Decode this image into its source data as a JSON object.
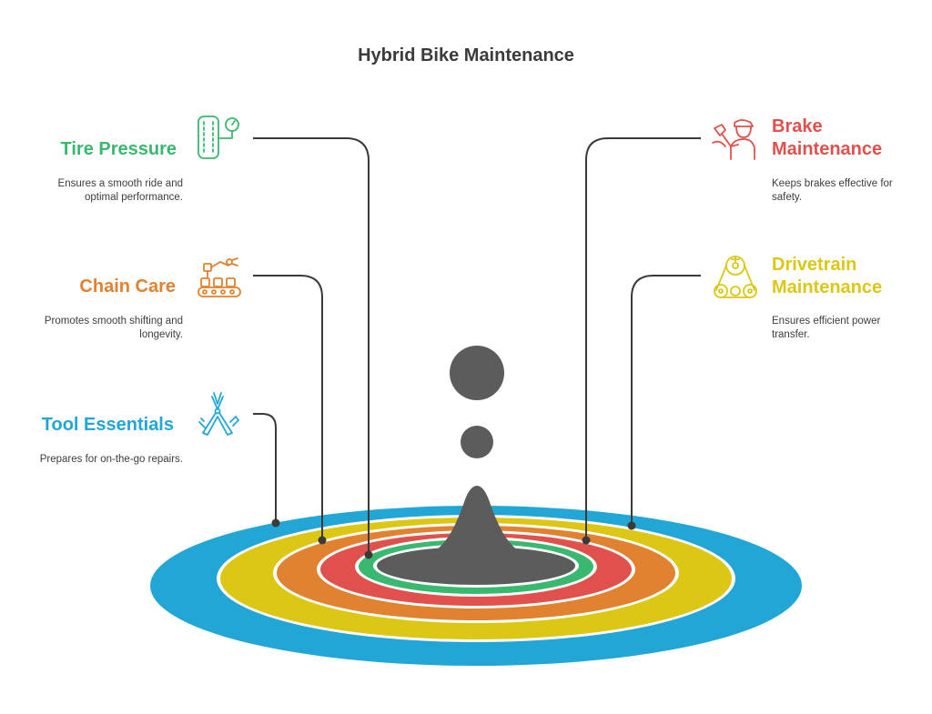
{
  "title": "Hybrid Bike Maintenance",
  "colors": {
    "tire": "#39b86f",
    "brake": "#e0504c",
    "chain": "#e0822f",
    "drivetrain": "#dcc714",
    "tool": "#22a6d6",
    "center": "#5c5c5c",
    "line": "#3a3a3a"
  },
  "items": {
    "tire": {
      "title": "Tire Pressure",
      "desc": [
        "Ensures a smooth ride and",
        "optimal performance."
      ],
      "icon": "tire-gauge-icon"
    },
    "chain": {
      "title": "Chain Care",
      "desc": [
        "Promotes smooth shifting and",
        "longevity."
      ],
      "icon": "chain-conveyor-icon"
    },
    "tool": {
      "title": "Tool Essentials",
      "desc": [
        "Prepares for on-the-go repairs."
      ],
      "icon": "multitool-icon"
    },
    "brake": {
      "title": [
        "Brake",
        "Maintenance"
      ],
      "desc": [
        "Keeps brakes effective for",
        "safety."
      ],
      "icon": "mechanic-icon"
    },
    "drivetrain": {
      "title": [
        "Drivetrain",
        "Maintenance"
      ],
      "desc": [
        "Ensures efficient power",
        "transfer."
      ],
      "icon": "pulley-gear-icon"
    }
  }
}
